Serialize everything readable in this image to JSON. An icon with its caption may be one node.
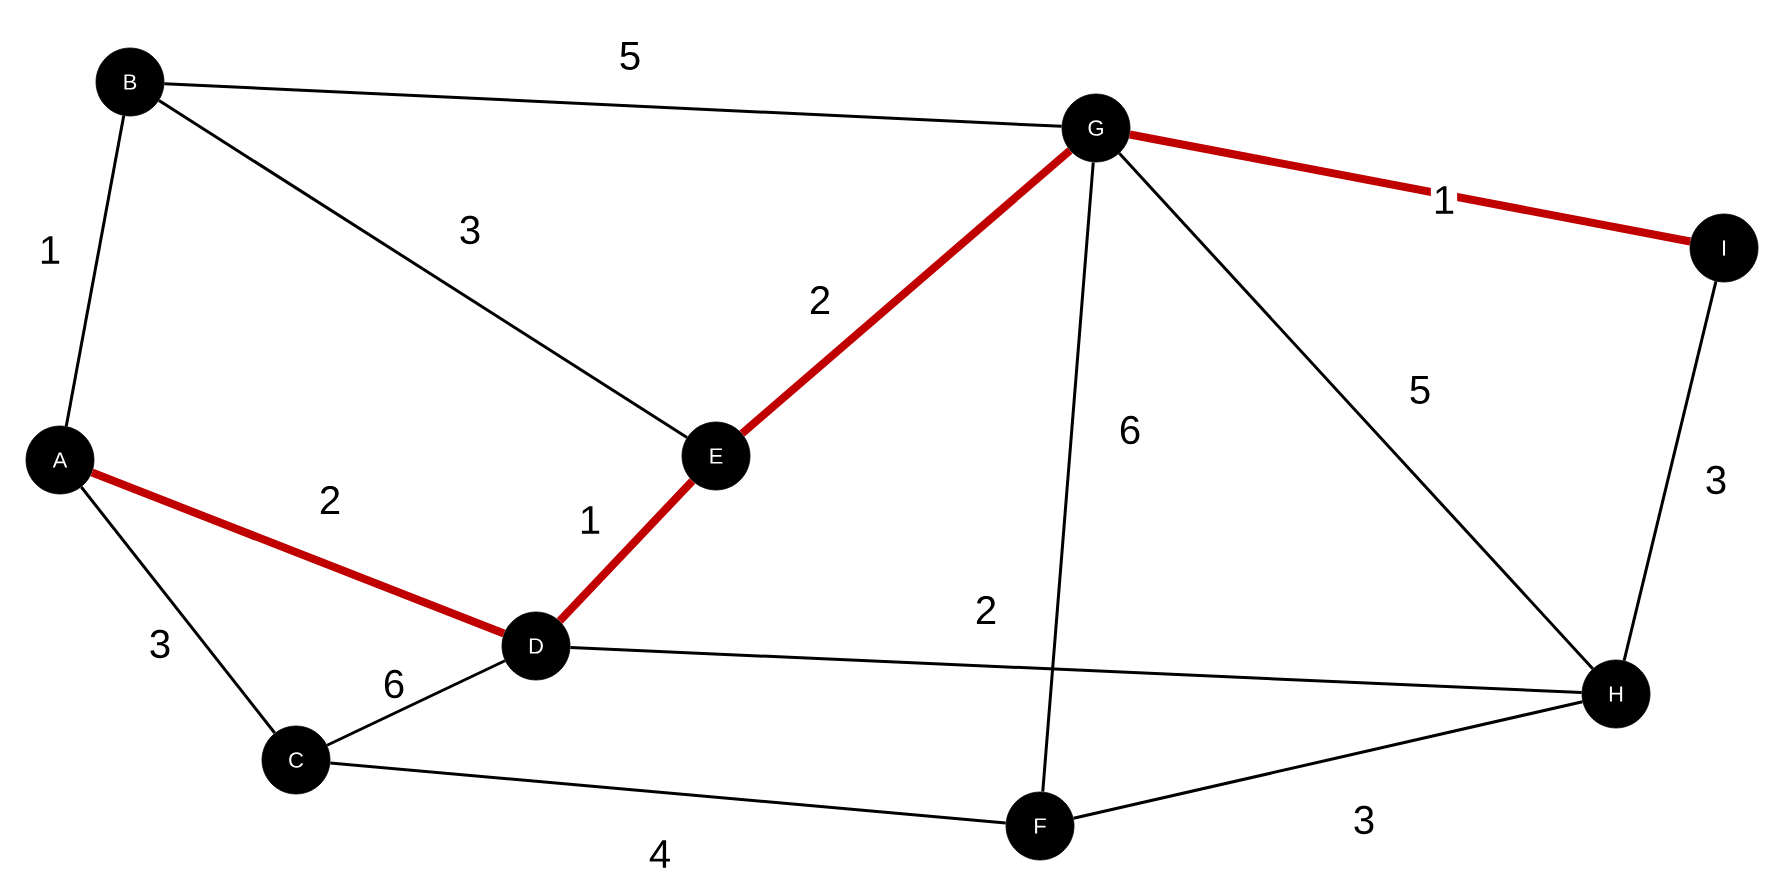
{
  "diagram": {
    "nodes": [
      {
        "text": [
          "B"
        ]
      },
      {
        "text": [
          "G"
        ]
      },
      {
        "text": [
          "I"
        ]
      },
      {
        "text": [
          "A"
        ]
      },
      {
        "text": [
          "E"
        ]
      },
      {
        "text": [
          "D"
        ]
      },
      {
        "text": [
          "C"
        ]
      },
      {
        "text": [
          "F"
        ]
      },
      {
        "text": [
          "H"
        ]
      }
    ],
    "edges": [
      {
        "from": 0,
        "to": 1,
        "arrow": "none",
        "label": "5"
      },
      {
        "from": 0,
        "to": 3,
        "arrow": "none",
        "label": "1"
      },
      {
        "from": 0,
        "to": 4,
        "arrow": "none",
        "label": "3"
      },
      {
        "from": 1,
        "to": 2,
        "arrow": "none",
        "label": "1",
        "style": "thick",
        "color": "#c00000"
      },
      {
        "from": 4,
        "to": 1,
        "arrow": "none",
        "label": "2",
        "style": "thick",
        "color": "#c00000"
      },
      {
        "from": 3,
        "to": 5,
        "arrow": "none",
        "label": "2",
        "style": "thick",
        "color": "#c00000"
      },
      {
        "from": 5,
        "to": 4,
        "arrow": "none",
        "label": "1",
        "style": "thick",
        "color": "#c00000"
      },
      {
        "from": 1,
        "to": 7,
        "arrow": "none",
        "label": "6"
      },
      {
        "from": 1,
        "to": 8,
        "arrow": "none",
        "label": "5"
      },
      {
        "from": 2,
        "to": 8,
        "arrow": "none",
        "label": "3"
      },
      {
        "from": 3,
        "to": 6,
        "arrow": "none",
        "label": "3"
      },
      {
        "from": 6,
        "to": 5,
        "arrow": "none",
        "label": "6"
      },
      {
        "from": 5,
        "to": 8,
        "arrow": "none",
        "label": "2"
      },
      {
        "from": 6,
        "to": 7,
        "arrow": "none",
        "label": "4"
      },
      {
        "from": 7,
        "to": 8,
        "arrow": "none",
        "label": "3"
      }
    ]
  }
}
